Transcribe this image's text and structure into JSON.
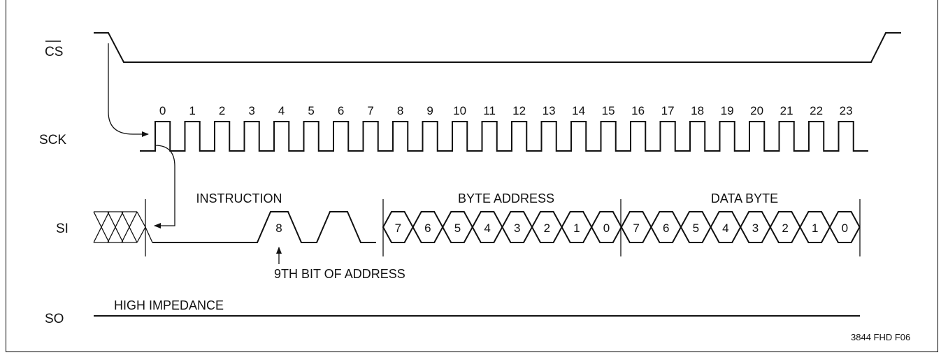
{
  "signals": {
    "cs": "CS",
    "sck": "SCK",
    "si": "SI",
    "so": "SO"
  },
  "clock_numbers": [
    "0",
    "1",
    "2",
    "3",
    "4",
    "5",
    "6",
    "7",
    "8",
    "9",
    "10",
    "11",
    "12",
    "13",
    "14",
    "15",
    "16",
    "17",
    "18",
    "19",
    "20",
    "21",
    "22",
    "23"
  ],
  "labels": {
    "instruction": "INSTRUCTION",
    "byte_address": "BYTE ADDRESS",
    "data_byte": "DATA BYTE",
    "ninth_bit_value": "8",
    "ninth_bit_annotation": "9TH BIT OF ADDRESS",
    "high_impedance": "HIGH IMPEDANCE",
    "figure_id": "3844 FHD F06"
  },
  "address_bits": [
    "7",
    "6",
    "5",
    "4",
    "3",
    "2",
    "1",
    "0"
  ],
  "data_bits": [
    "7",
    "6",
    "5",
    "4",
    "3",
    "2",
    "1",
    "0"
  ]
}
